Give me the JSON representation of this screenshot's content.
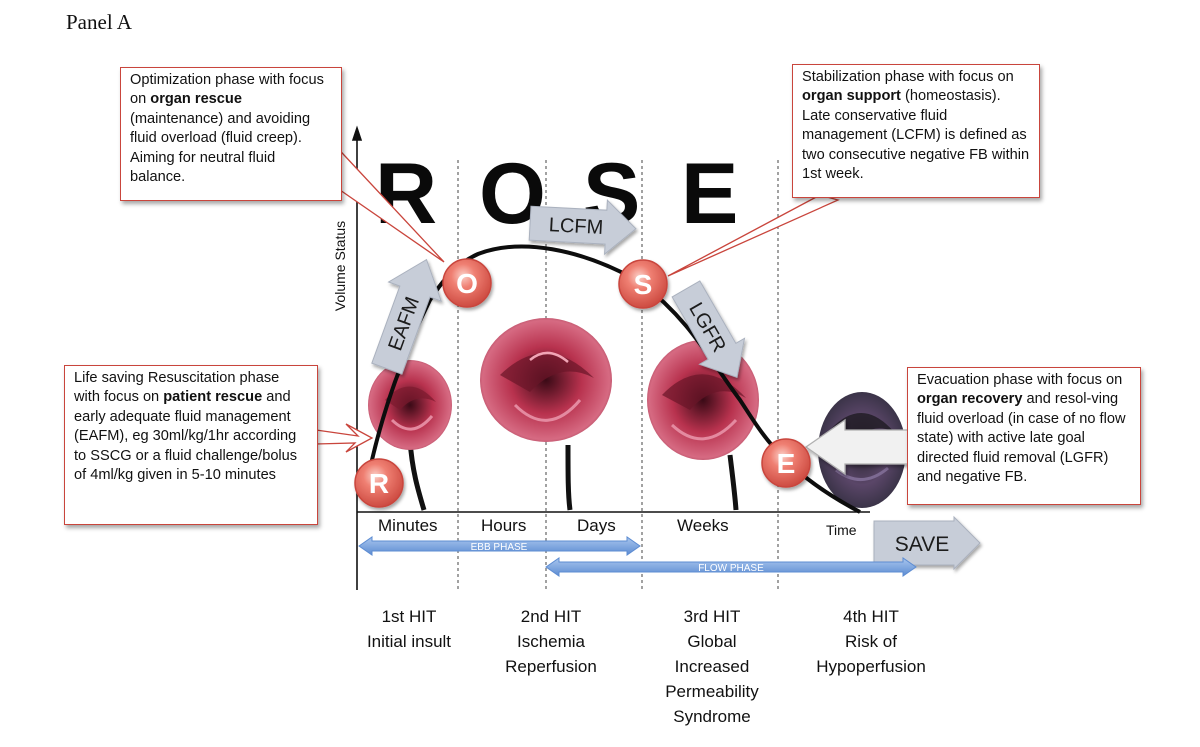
{
  "panel_label": "Panel A",
  "title_letters": [
    "R",
    "O",
    "S",
    "E"
  ],
  "y_axis_label": "Volume Status",
  "x_axis_label": "Time",
  "phase_circles": [
    "O",
    "S",
    "R",
    "E"
  ],
  "arrows": {
    "eafm": "EAFM",
    "lcfm": "LCFM",
    "lgfr": "LGFR",
    "save": "SAVE"
  },
  "phase_bars": {
    "ebb": "EBB PHASE",
    "flow": "FLOW PHASE"
  },
  "timeline": [
    "Minutes",
    "Hours",
    "Days",
    "Weeks"
  ],
  "callouts": {
    "optimization": {
      "t1": "Optimization phase with focus on ",
      "b1": "organ rescue",
      "t2": " (maintenance) and avoiding fluid overload (fluid creep). Aiming for neutral fluid balance."
    },
    "stabilization": {
      "t1": "Stabilization phase with focus on ",
      "b1": "organ support",
      "t2": " (homeostasis). Late conservative fluid management (LCFM) is defined as two consecutive negative FB within 1st week."
    },
    "resuscitation": {
      "t1": "Life saving Resuscitation phase with focus on ",
      "b1": "patient rescue",
      "t2": " and early adequate fluid management (EAFM), eg 30ml/kg/1hr according to SSCG or a fluid challenge/bolus of 4ml/kg given in 5-10 minutes"
    },
    "evacuation": {
      "t1": "Evacuation phase with focus on ",
      "b1": "organ recovery",
      "t2": " and resol-ving fluid overload (in case of no flow state) with active late goal directed fluid removal (LGFR) and negative FB."
    }
  },
  "hits": [
    {
      "l1": "1st HIT",
      "l2": "Initial insult",
      "l3": "",
      "l4": "",
      "l5": ""
    },
    {
      "l1": "2nd HIT",
      "l2": "Ischemia",
      "l3": "Reperfusion",
      "l4": "",
      "l5": ""
    },
    {
      "l1": "3rd HIT",
      "l2": "Global",
      "l3": "Increased",
      "l4": "Permeability",
      "l5": "Syndrome"
    },
    {
      "l1": "4th HIT",
      "l2": "Risk of",
      "l3": "Hypoperfusion",
      "l4": "",
      "l5": ""
    }
  ],
  "colors": {
    "circle": "#e36b60",
    "callout_border": "#c9453c",
    "grey_arrow": "#c7cdd8",
    "blue_bar": "#6c9ad6",
    "rose": "#b8324e"
  },
  "icons": [
    "rose-image",
    "rose-image",
    "rose-image",
    "rose-image"
  ]
}
